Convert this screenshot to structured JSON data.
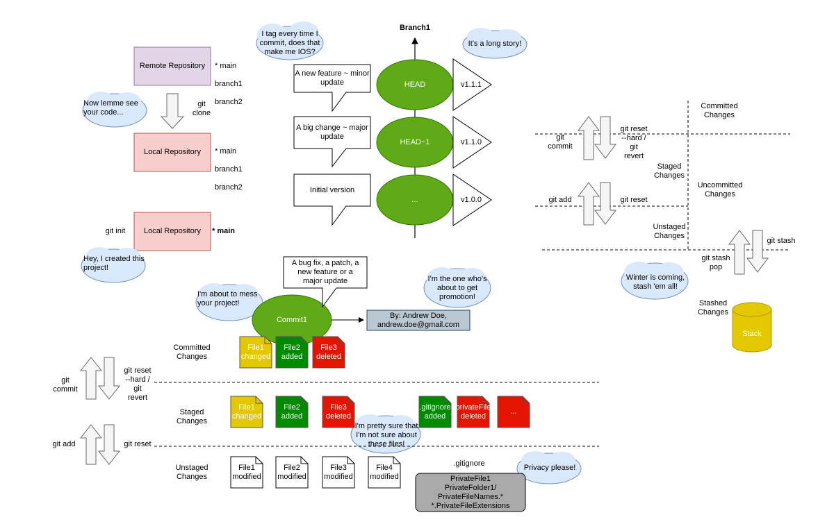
{
  "top": {
    "branch_label": "Branch1",
    "remote_repo": "Remote Repository",
    "local_repo_clone": "Local Repository",
    "local_repo_init": "Local Repository",
    "remote_branches": [
      "* main",
      "branch1",
      "branch2"
    ],
    "local_branches": [
      "* main",
      "branch1",
      "branch2"
    ],
    "init_branches": "* main",
    "git_clone": "git\nclone",
    "git_init": "git init",
    "cloud_clone": "Now lemme see\nyour code...",
    "cloud_init": "Hey, I created this\nproject!",
    "cloud_tag": "I tag every time I\ncommit, does that\nmake me IOS?",
    "cloud_story": "It's a long story!",
    "commits": [
      {
        "node": "HEAD",
        "note": "A new feature ~ minor\nupdate",
        "tag": "v1.1.1"
      },
      {
        "node": "HEAD~1",
        "note": "A big change ~ major\nupdate",
        "tag": "v1.1.0"
      },
      {
        "node": "...",
        "note": "Initial version",
        "tag": "v1.0.0"
      }
    ]
  },
  "right": {
    "committed": "Committed\nChanges",
    "staged": "Staged\nChanges",
    "uncommitted": "Uncommitted\nChanges",
    "unstaged": "Unstaged\nChanges",
    "stashed": "Stashed\nChanges",
    "git_commit": "git\ncommit",
    "git_reset_hard": "git reset\n--hard /\ngit\nrevert",
    "git_add": "git add",
    "git_reset": "git reset",
    "git_stash": "git stash",
    "git_stash_pop": "git stash\npop",
    "cloud_winter": "Winter is coming,\nstash 'em all!",
    "stack": "Stack"
  },
  "bottom": {
    "commit_node": "Commit1",
    "commit_note": "A bug fix, a patch, a\nnew feature or a\nmajor update",
    "author": "By: Andrew Doe,\nandrew.doe@gmail.com",
    "cloud_mess": "I'm about to mess\nyour project!",
    "cloud_promo": "I'm the one who's\nabout to get\npromotion!",
    "cloud_sure": "I'm pretty sure that\nI'm not sure about\nthese files!",
    "cloud_privacy": "Privacy please!",
    "committed": "Committed\nChanges",
    "staged": "Staged\nChanges",
    "unstaged": "Unstaged\nChanges",
    "git_commit": "git\ncommit",
    "git_reset_hard": "git reset\n--hard /\ngit\nrevert",
    "git_add": "git add",
    "git_reset": "git reset",
    "committed_files": [
      {
        "label": "File1\nchanged",
        "color": "#e3c800"
      },
      {
        "label": "File2\nadded",
        "color": "#008a00"
      },
      {
        "label": "File3\ndeleted",
        "color": "#e51400"
      }
    ],
    "staged_files": [
      {
        "label": "File1\nchanged",
        "color": "#e3c800"
      },
      {
        "label": "File2\nadded",
        "color": "#008a00"
      },
      {
        "label": "File3\ndeleted",
        "color": "#e51400"
      },
      {
        "label": ".gitignore\nadded",
        "color": "#008a00"
      },
      {
        "label": "privateFile\ndeleted",
        "color": "#e51400"
      },
      {
        "label": "...",
        "color": "#e51400"
      }
    ],
    "unstaged_files": [
      {
        "label": "File1\nmodified",
        "color": "#ffffff"
      },
      {
        "label": "File2\nmodified",
        "color": "#ffffff"
      },
      {
        "label": "File3\nmodified",
        "color": "#ffffff"
      },
      {
        "label": "File4\nmodified",
        "color": "#ffffff"
      }
    ],
    "gitignore_title": ".gitignore",
    "gitignore_content": "PrivateFile1\nPrivateFolder1/\nPrivateFileNames.*\n*.PrivateFileExtensions"
  },
  "colors": {
    "remote_fill": "#e1d5e7",
    "remote_stroke": "#9673a6",
    "local_fill": "#f8cecc",
    "local_stroke": "#b85450",
    "commit_green": "#60a917",
    "commit_green_stroke": "#2d7600",
    "cloud_fill": "#dae8fc",
    "cloud_stroke": "#6c8ebf",
    "author_fill": "#bac8d3",
    "author_stroke": "#23445d",
    "stack_fill": "#e3c800",
    "stack_stroke": "#b09500",
    "gitignore_fill": "#aaaaaa"
  }
}
